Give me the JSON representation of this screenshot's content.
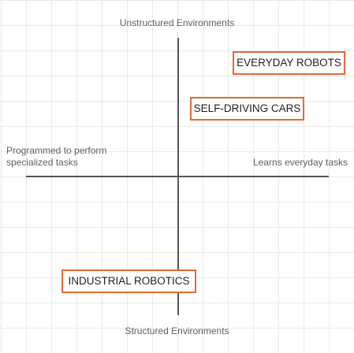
{
  "axes": {
    "top": "Unstructured Environments",
    "bottom": "Structured Environments",
    "left": "Programmed to perform specialized tasks",
    "right": "Learns everyday tasks"
  },
  "items": [
    {
      "label": "EVERYDAY ROBOTS"
    },
    {
      "label": "SELF-DRIVING CARS"
    },
    {
      "label": "INDUSTRIAL ROBOTICS"
    }
  ],
  "colors": {
    "box_border": "#e06b35",
    "axis": "#555555",
    "grid": "#e9e9e9"
  }
}
